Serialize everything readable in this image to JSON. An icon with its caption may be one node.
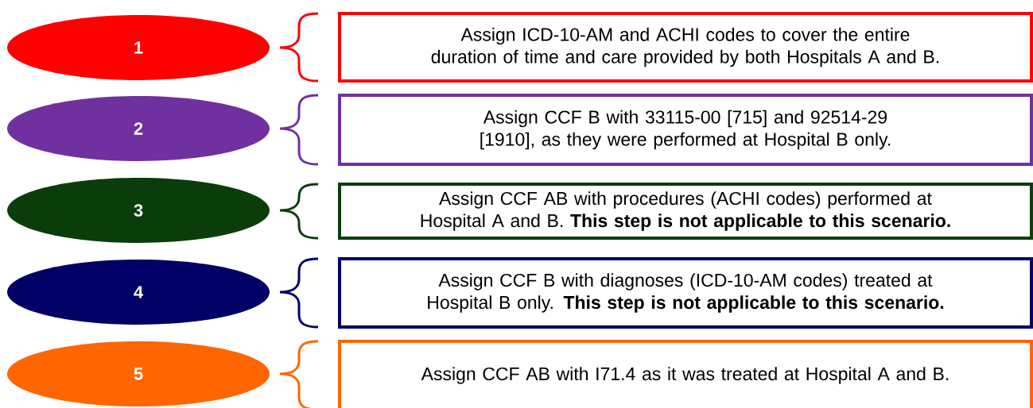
{
  "diagram": {
    "nodes": [
      {
        "text": [
          "1"
        ]
      },
      {
        "text": [
          "Assign ICD-10-AM and ACHI codes to cover the entire duration of time and care provided by both Hospitals A and B."
        ]
      },
      {
        "text": [
          "2"
        ]
      },
      {
        "text": [
          "Assign CCF B with 33115-00 [715] and 92514-29 [1910], as they were performed at Hospital B only."
        ]
      },
      {
        "text": [
          "3"
        ]
      },
      {
        "text": [
          "Assign CCF AB with procedures (ACHI codes) performed at Hospital A and B. **This step is not applicable to this scenario.**"
        ]
      },
      {
        "text": [
          "4"
        ]
      },
      {
        "text": [
          "Assign CCF B with diagnoses (ICD-10-AM codes) treated at Hospital B only. **This step is not applicable to this scenario.**"
        ]
      },
      {
        "text": [
          "5"
        ]
      },
      {
        "text": [
          "Assign CCF AB with I71.4 as it was treated at Hospital A and B."
        ]
      }
    ]
  }
}
